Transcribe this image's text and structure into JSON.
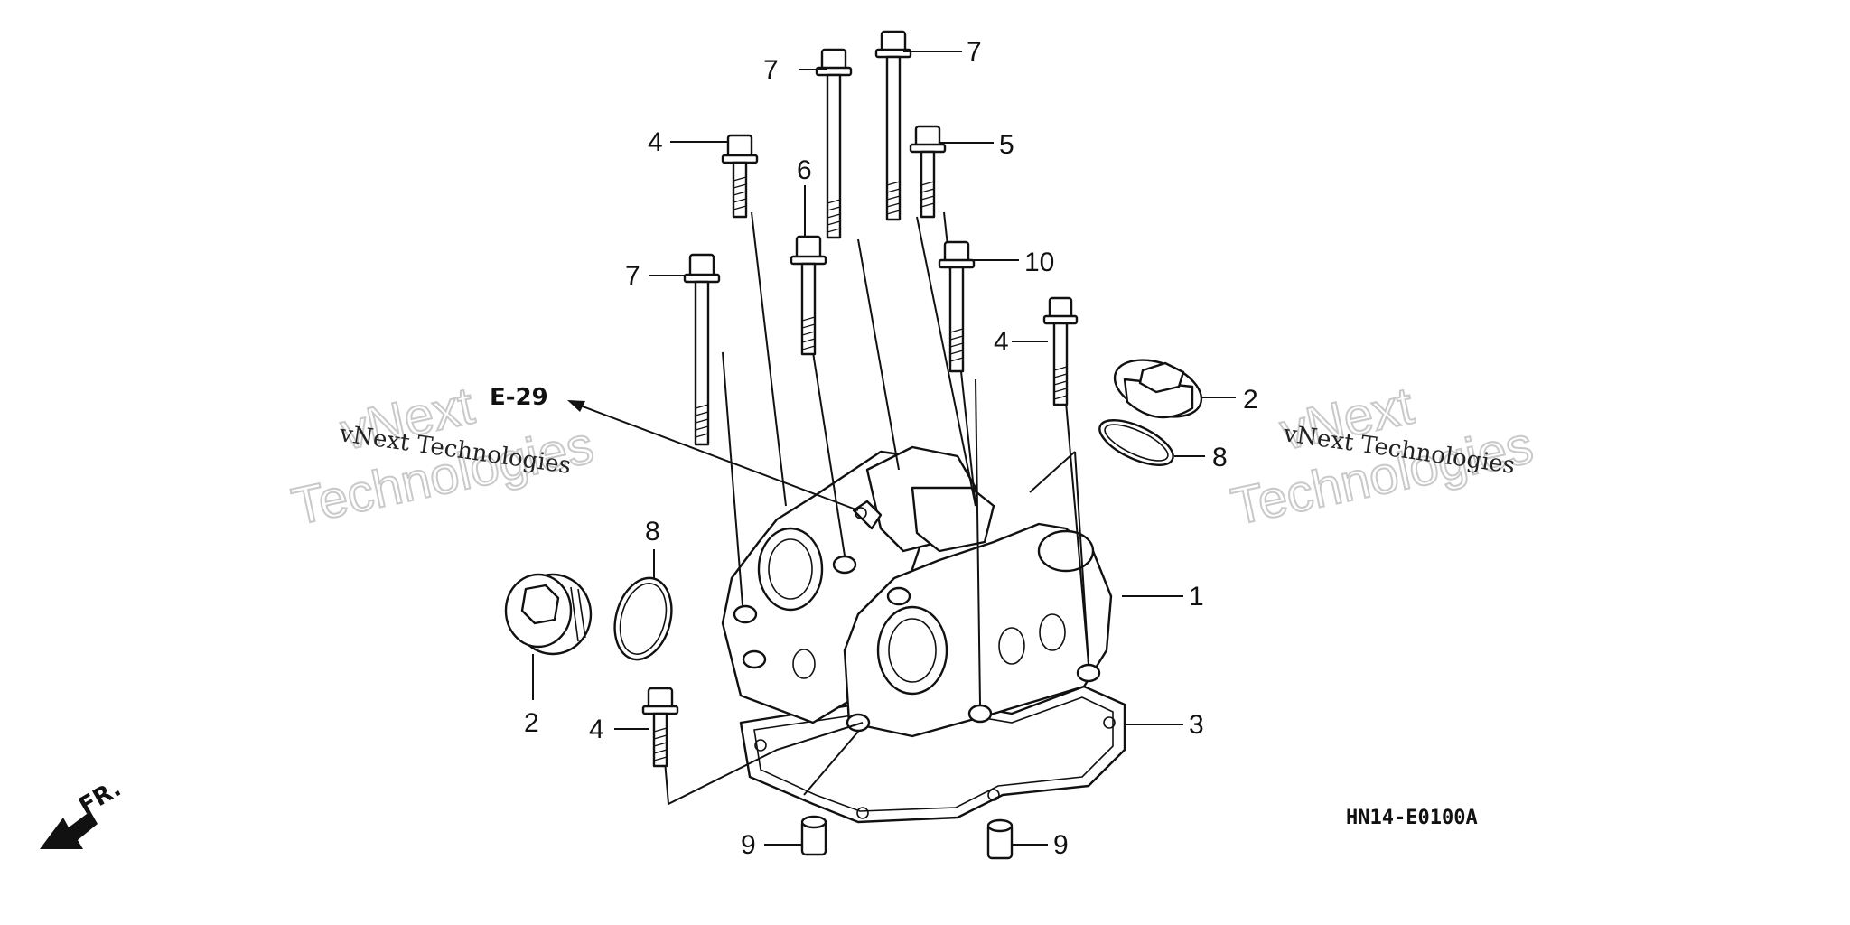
{
  "diagram": {
    "reference_label": "E-29",
    "figure_code": "HN14-E0100A",
    "direction_label": "FR.",
    "watermark": {
      "small_text": "vNext Technologies",
      "big_line1": "vNext",
      "big_line2": "Technologies"
    },
    "callouts": {
      "c1": "1",
      "c2a": "2",
      "c2b": "2",
      "c3": "3",
      "c4a": "4",
      "c4b": "4",
      "c4c": "4",
      "c5": "5",
      "c6": "6",
      "c7a": "7",
      "c7b": "7",
      "c7c": "7",
      "c8a": "8",
      "c8b": "8",
      "c9a": "9",
      "c9b": "9",
      "c10": "10"
    }
  }
}
